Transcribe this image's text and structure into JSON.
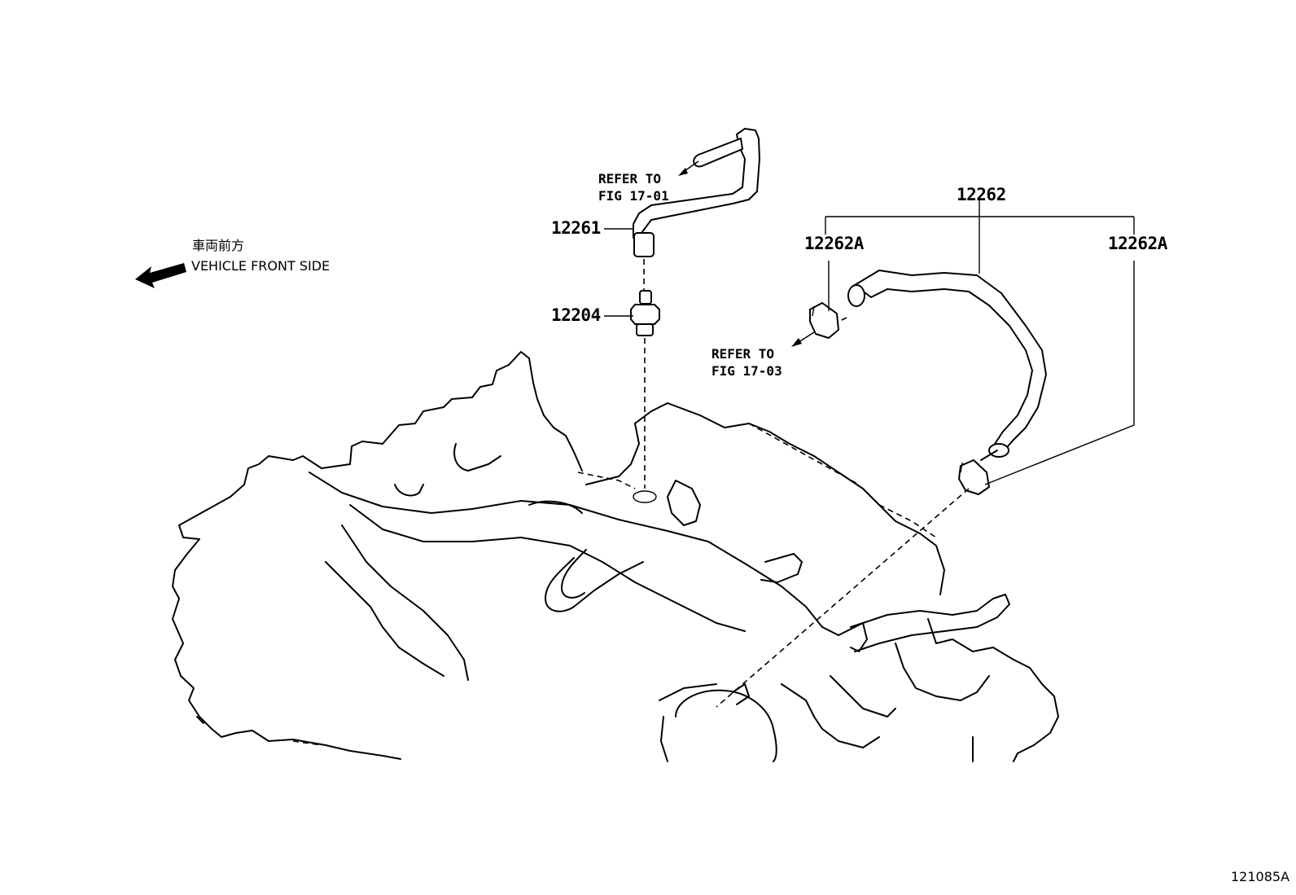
{
  "callouts": {
    "hose_upper": "12261",
    "valve": "12204",
    "hose_assy": "12262",
    "clip_left": "12262A",
    "clip_right": "12262A"
  },
  "refer_upper": {
    "line1": "REFER TO",
    "line2": "FIG 17-01"
  },
  "refer_lower": {
    "line1": "REFER TO",
    "line2": "FIG 17-03"
  },
  "vehicle_front": {
    "japanese": "車両前方",
    "english": "VEHICLE FRONT SIDE"
  },
  "illustration_number": "121085A",
  "icons": [
    "arrow-left-icon"
  ],
  "colors": {
    "line": "#000000",
    "background": "#ffffff"
  }
}
